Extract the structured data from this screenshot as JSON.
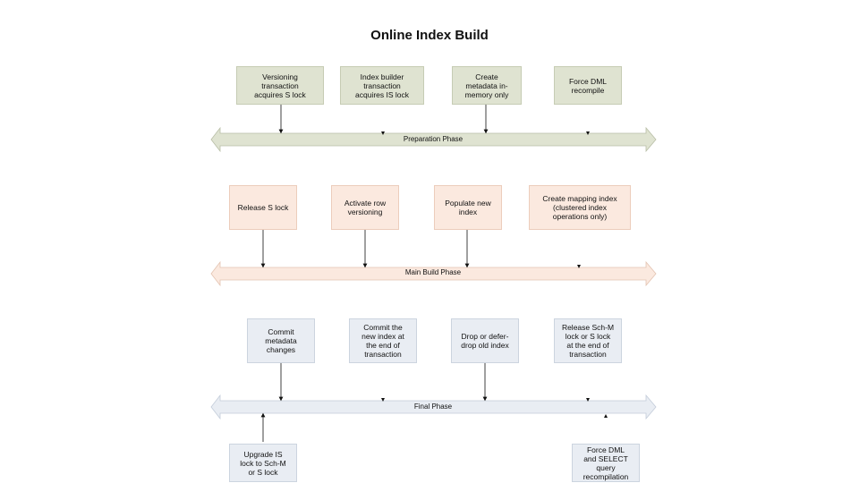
{
  "title": "Online Index Build",
  "phases": {
    "preparation": {
      "label": "Preparation Phase",
      "color": "#dfe3d1",
      "boxes": [
        "Versioning\ntransaction\nacquires S lock",
        "Index builder\ntransaction\nacquires IS lock",
        "Create\nmetadata in-\nmemory only",
        "Force DML\nrecompile"
      ]
    },
    "main_build": {
      "label": "Main Build Phase",
      "color": "#fbe9df",
      "boxes": [
        "Release S lock",
        "Activate row\nversioning",
        "Populate new\nindex",
        "Create mapping index\n(clustered index\noperations only)"
      ]
    },
    "final": {
      "label": "Final Phase",
      "color": "#e9edf3",
      "boxes": [
        "Commit\nmetadata\nchanges",
        "Commit the\nnew index at\nthe end of\ntransaction",
        "Drop or defer-\ndrop old index",
        "Release Sch-M\nlock or S lock\nat the end of\ntransaction"
      ],
      "below_boxes": [
        "Upgrade IS\nlock to Sch-M\nor S lock",
        "Force DML\nand SELECT\nquery\nrecompilation"
      ]
    }
  }
}
